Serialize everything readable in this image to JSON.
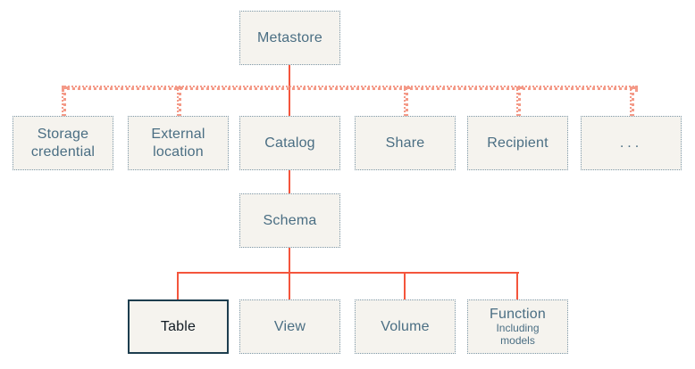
{
  "diagram": {
    "nodes": {
      "metastore": {
        "label": "Metastore"
      },
      "storage_credential": {
        "label": "Storage credential"
      },
      "external_location": {
        "label": "External location"
      },
      "catalog": {
        "label": "Catalog"
      },
      "share": {
        "label": "Share"
      },
      "recipient": {
        "label": "Recipient"
      },
      "more": {
        "label": "..."
      },
      "schema": {
        "label": "Schema"
      },
      "table": {
        "label": "Table"
      },
      "view": {
        "label": "View"
      },
      "volume": {
        "label": "Volume"
      },
      "function": {
        "label": "Function",
        "sublabel": "Including models"
      }
    },
    "colors": {
      "box_fill": "#f5f3ee",
      "box_border": "#7e98a8",
      "box_text": "#4a6e83",
      "highlight_border": "#1d3d4e",
      "highlight_text": "#121c24",
      "solid_connector": "#f4553c",
      "dotted_connector": "#f49a88"
    }
  }
}
